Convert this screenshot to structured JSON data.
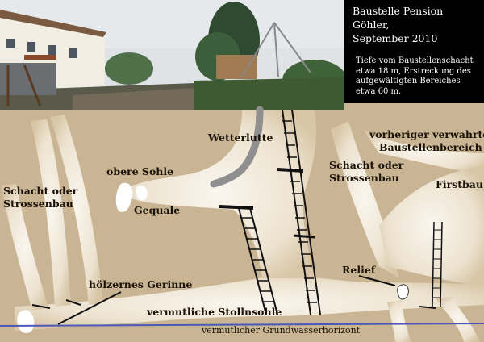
{
  "info": {
    "title_lines": [
      "Baustelle Pension",
      "Göhler,",
      "September 2010"
    ],
    "text_lines": [
      "Tiefe vom Baustellenschacht",
      "etwa 18 m, Erstreckung des",
      "aufgewältigten Bereiches",
      "etwa 60 m."
    ]
  },
  "labels": {
    "wetterlutte": "Wetterlutte",
    "vorheriger_line1": "vorheriger verwahrter",
    "vorheriger_line2": "Baustellenbereich",
    "obere_sohle": "obere Sohle",
    "gequale": "Gequale",
    "schacht_left_line1": "Schacht oder",
    "schacht_left_line2": "Strossenbau",
    "schacht_right_line1": "Schacht oder",
    "schacht_right_line2": "Strossenbau",
    "firstbau": "Firstbau",
    "relief": "Relief",
    "gerinne": "hölzernes Gerinne",
    "stollnsohle": "vermutliche Stollnsohle",
    "grundwasser": "vermutlicher Grundwasserhorizont"
  },
  "colors": {
    "background": "#c9b493",
    "tunnel": "#f3ece0",
    "water_line": "#4a58b8",
    "info_box": "#000000"
  }
}
